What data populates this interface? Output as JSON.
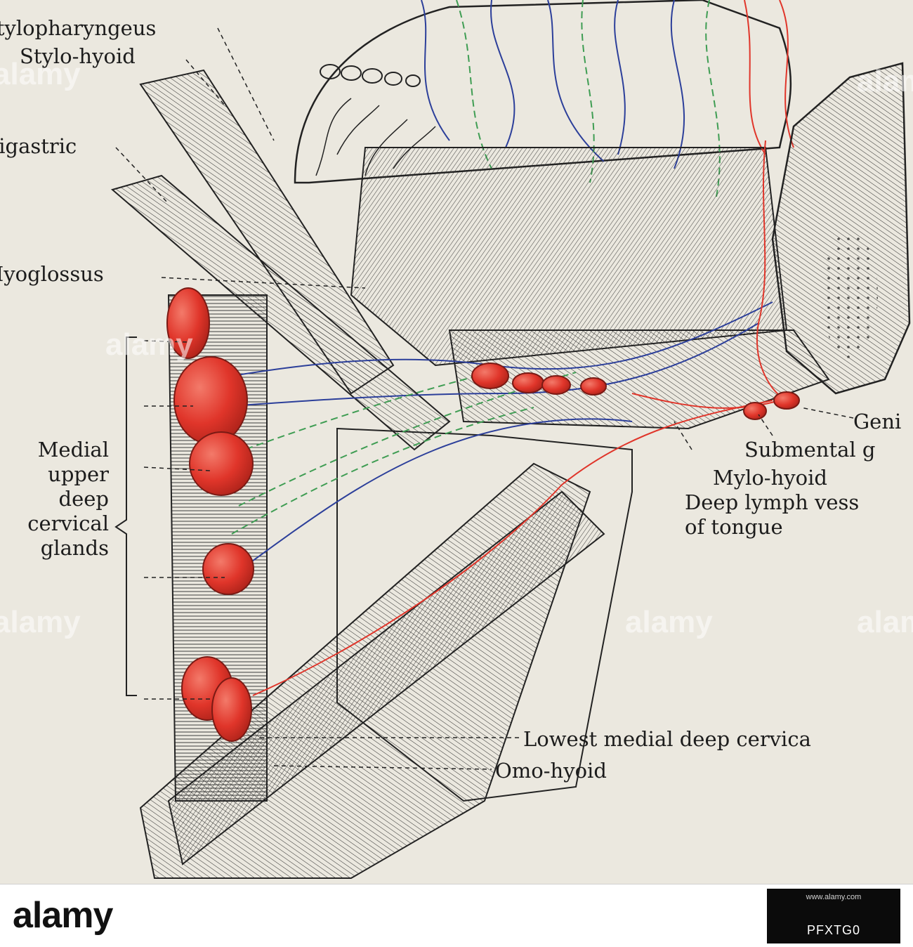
{
  "labels": {
    "stylopharyngeus": "Stylopharyngeus",
    "stylo_hyoid": "Stylo-hyoid",
    "digastric": "Digastric",
    "hyoglossus": "Hyoglossus",
    "medial": "Medial",
    "upper": "upper",
    "deep": "deep",
    "cervical": "cervical",
    "glands": "glands",
    "genio": "Geni",
    "submental": "Submental g",
    "mylo_hyoid": "Mylo-hyoid",
    "deep_lymph": "Deep lymph vess",
    "of_tongue": "of tongue",
    "lowest": "Lowest medial deep cervica",
    "omo_hyoid": "Omo-hyoid"
  },
  "watermark": {
    "text": "alamy"
  },
  "footer": {
    "brand": "alamy",
    "image_id": "PFXTG0",
    "url": "www.alamy.com"
  },
  "colors": {
    "gland": "#e0352a",
    "lymph_red": "#e0352a",
    "lymph_blue": "#2c3f9a",
    "lymph_green": "#3f9d53",
    "ink": "#1c1c1c",
    "paper": "#ebe8df"
  }
}
